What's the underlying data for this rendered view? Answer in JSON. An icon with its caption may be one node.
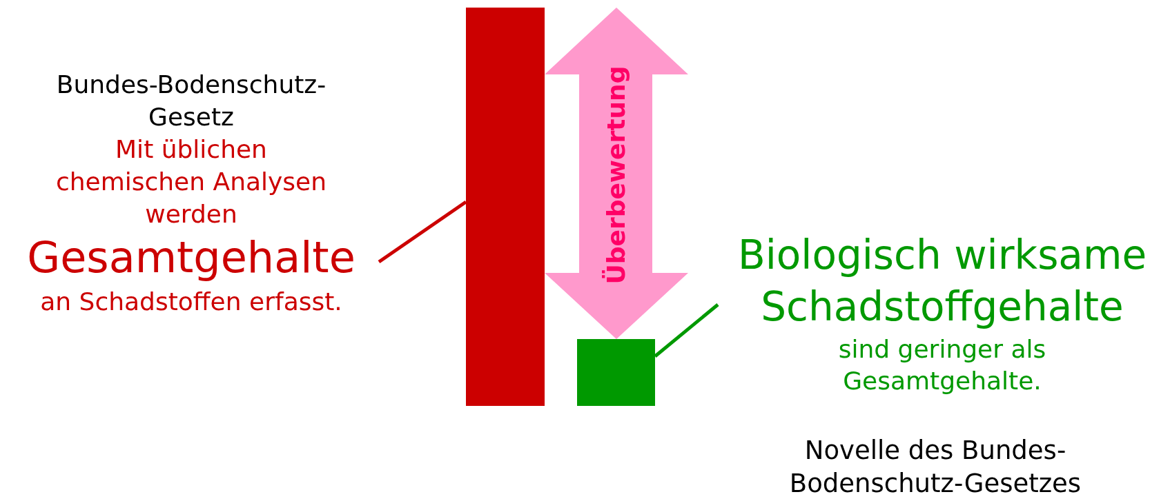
{
  "diagram": {
    "nodes": [
      {
        "text": [
          "Bundes-Bodenschutz-Gesetz",
          "Mit üblichen chemischen Analysen werden",
          "Gesamtgehalte",
          "an Schadstoffen erfasst."
        ]
      },
      {
        "text": [],
        "shape": "bar"
      },
      {
        "text": [],
        "shape": "bar"
      },
      {
        "text": [
          "Biologisch wirksame Schadstoffgehalte",
          "sind geringer als Gesamtgehalte."
        ]
      }
    ],
    "edges": [
      {
        "from": 0,
        "to": 1,
        "arrow": "none",
        "color": "#cc0000"
      },
      {
        "from": 3,
        "to": 2,
        "arrow": "none",
        "color": "#009900"
      }
    ],
    "labels": [
      "Überbewertung",
      "Novelle des Bundes-Bodenschutz-Gesetzes"
    ]
  }
}
